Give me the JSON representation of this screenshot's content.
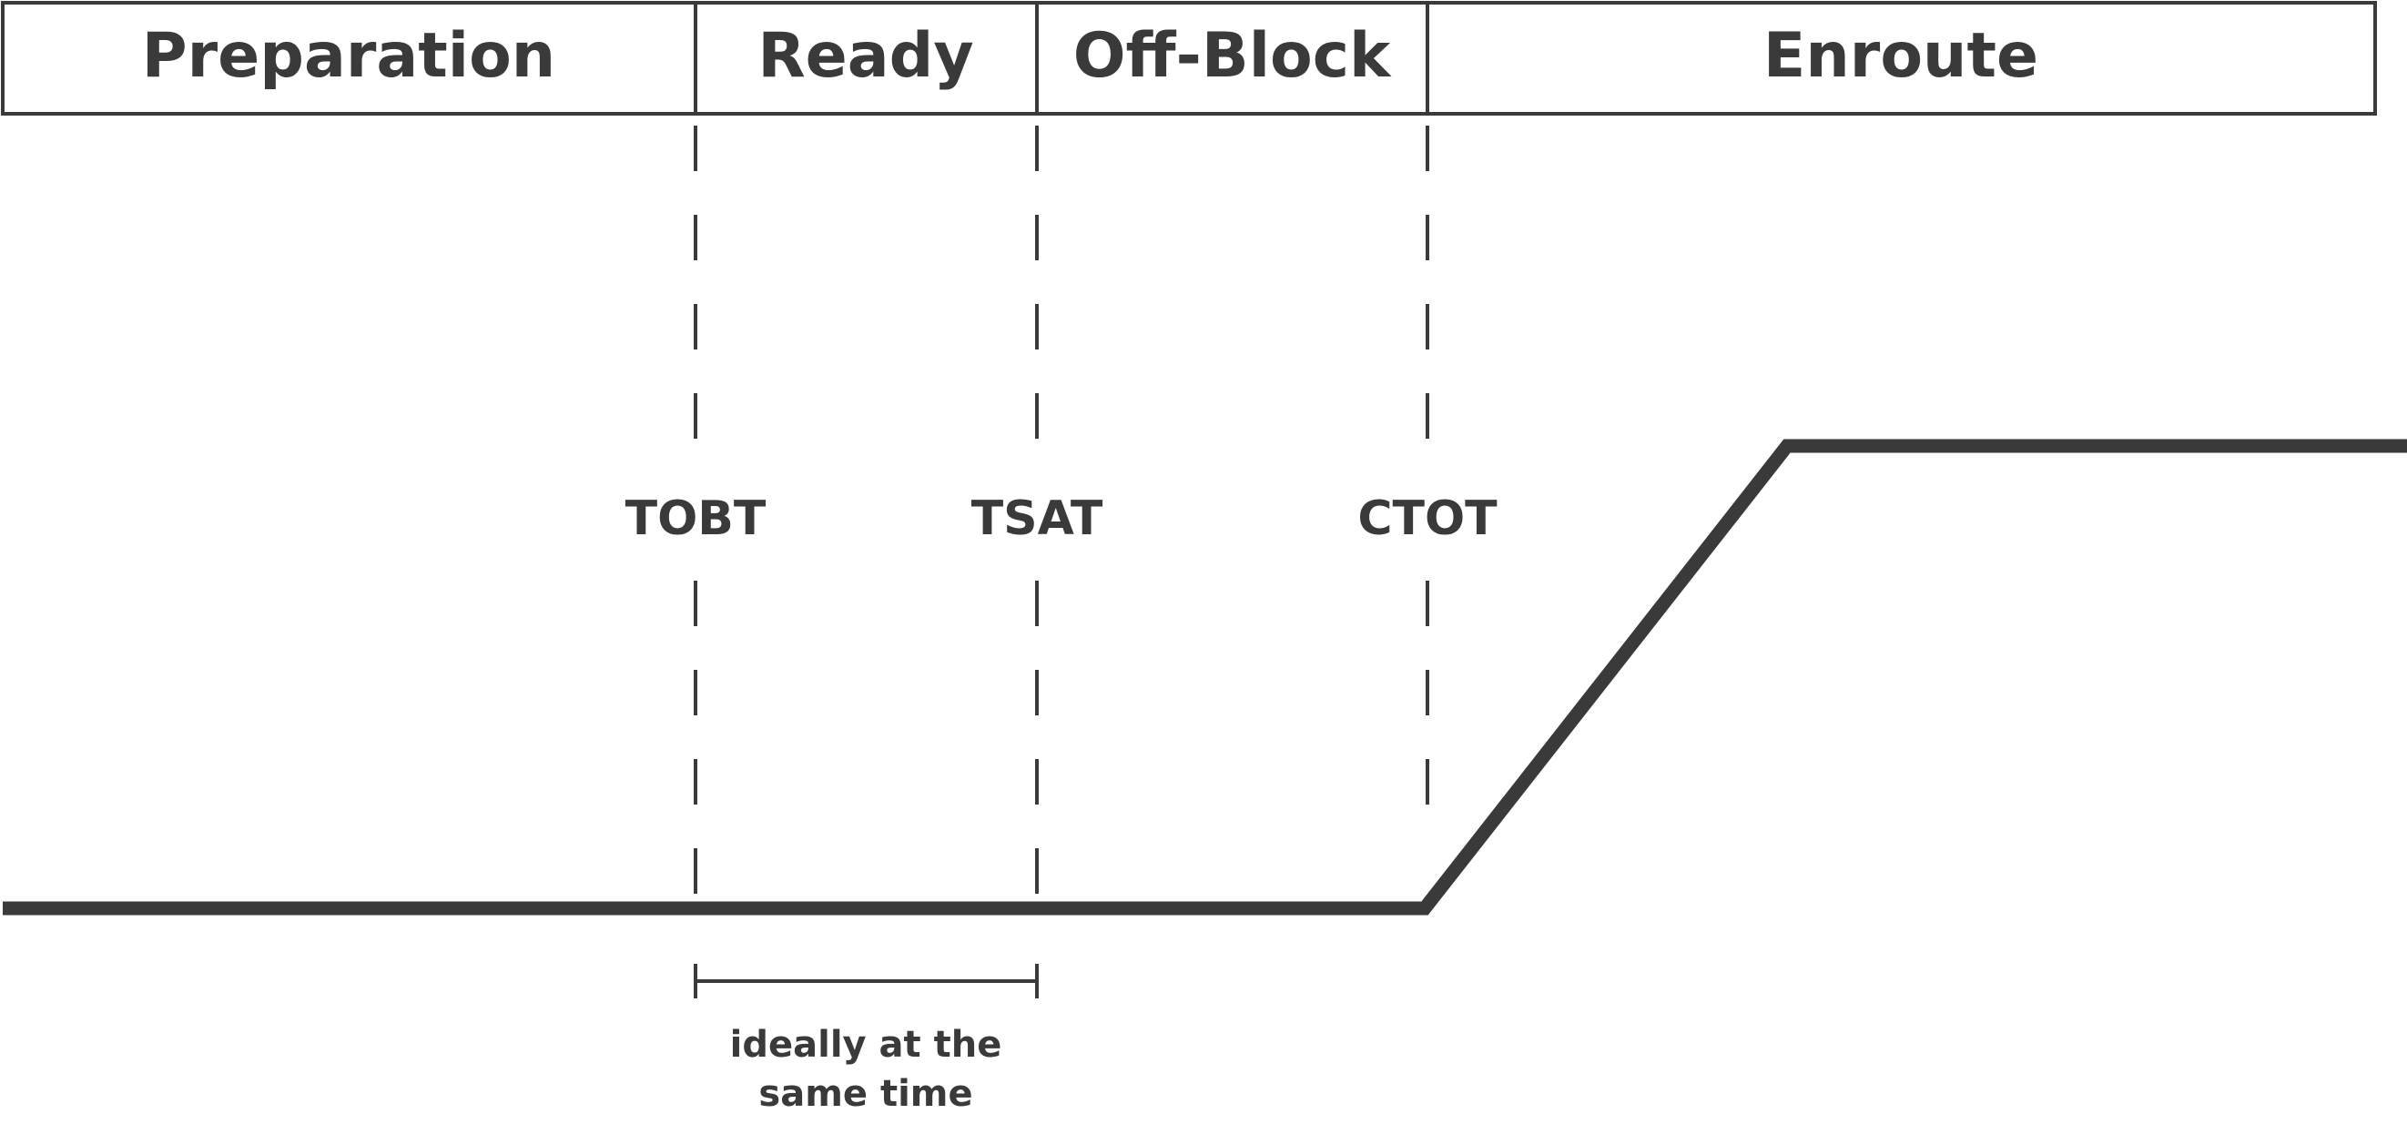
{
  "colors": {
    "ink": "#3a3a3a",
    "background": "#ffffff"
  },
  "phases": [
    {
      "label": "Preparation"
    },
    {
      "label": "Ready"
    },
    {
      "label": "Off-Block"
    },
    {
      "label": "Enroute"
    }
  ],
  "markers": [
    {
      "label": "TOBT"
    },
    {
      "label": "TSAT"
    },
    {
      "label": "CTOT"
    }
  ],
  "note": {
    "line1": "ideally at the",
    "line2": "same time"
  }
}
